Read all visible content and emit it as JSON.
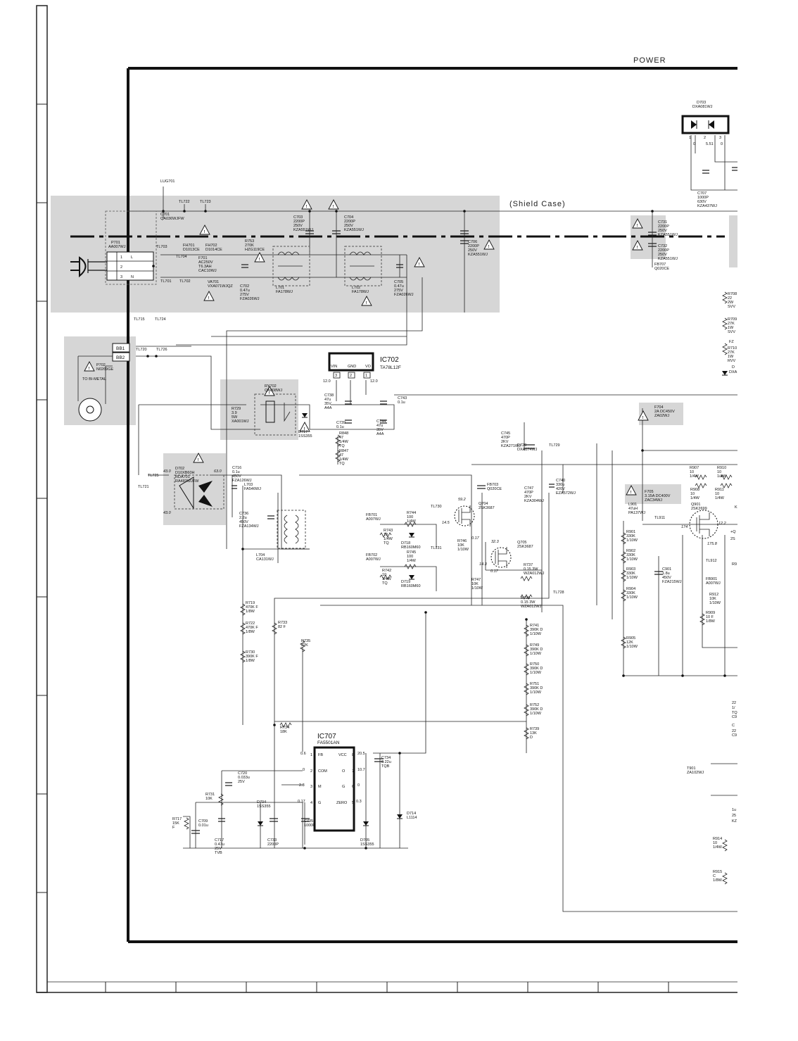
{
  "title": "POWER",
  "shield_label": "(Shield Case)",
  "warning_glyph": "!",
  "connector": {
    "bb1": "BB1",
    "bb2": "BB2",
    "p702": [
      "P702",
      "N0269GE"
    ],
    "to_bimetal": "TO BI-METAL",
    "p701": [
      "P701",
      "AA007WJ"
    ],
    "pins": [
      "1",
      "2",
      "3",
      "L",
      "N"
    ]
  },
  "ics": {
    "ic702": {
      "name": "IC702",
      "part": "TA78L12F",
      "pins": [
        "VIN",
        "GND",
        "VO"
      ],
      "pin_nums": [
        "3",
        "2",
        "1"
      ],
      "v_in": "12.0",
      "v_out": "12.0"
    },
    "ic707": {
      "name": "IC707",
      "part": "FA5501AN",
      "left_pins": [
        "FB",
        "COM",
        "M",
        "G"
      ],
      "right_pins": [
        "VCC",
        "O",
        "G",
        "ZERO"
      ],
      "left_nums": [
        "1",
        "2",
        "3",
        "4"
      ],
      "right_nums": [
        "8",
        "7",
        "6",
        "5"
      ],
      "left_v": [
        "0.6",
        "0",
        "2.8",
        "0.17"
      ],
      "right_v": [
        "20.5",
        "10.7",
        "0",
        "0.3"
      ]
    },
    "d703": {
      "name": [
        "D703",
        "DXA081WJ"
      ],
      "pins": [
        "1",
        "2",
        "3"
      ],
      "v": [
        "0",
        "5.51",
        "0"
      ]
    }
  },
  "labels": [
    [
      "LUG701"
    ],
    [
      "TL722"
    ],
    [
      "TL723"
    ],
    [
      "C701",
      "QA036WJFW"
    ],
    [
      "C703",
      "2200P",
      "250V",
      "KZA551WJ"
    ],
    [
      "C704",
      "2200P",
      "250V",
      "KZA551WJ"
    ],
    [
      "C706",
      "2200P",
      "250V",
      "KZA551WJ"
    ],
    [
      "TL703"
    ],
    [
      "FH701",
      "D1013CE"
    ],
    [
      "FH702",
      "D1014CE"
    ],
    [
      "R753",
      "270K",
      "HZG119CE"
    ],
    [
      "TL704"
    ],
    [
      "F701",
      "AC250V",
      "T6.3AH",
      "CAC10WJ"
    ],
    [
      "TL701"
    ],
    [
      "TL702"
    ],
    [
      "VA701",
      "VXA071WJQZ"
    ],
    [
      "C702",
      "0.47u",
      "275V",
      "FZA026WJ"
    ],
    [
      "L701",
      "FA178WJ"
    ],
    [
      "L702",
      "FA178WJ"
    ],
    [
      "C705",
      "0.47u",
      "275V",
      "FZA026WJ"
    ],
    [
      "C731",
      "2200P",
      "250V",
      "KZA551WJ"
    ],
    [
      "C732",
      "2200P",
      "250V",
      "KZA551WJ"
    ],
    [
      "FB707",
      "Q020CE"
    ],
    [
      "C707",
      "1000P",
      "630V",
      "KZA437WJ"
    ],
    [
      "TL715"
    ],
    [
      "TL724"
    ],
    [
      "TL720"
    ],
    [
      "TL726"
    ],
    [
      "RY702",
      "QA008WJ"
    ],
    [
      "R729",
      "3.9",
      "5W",
      "XA001WJ"
    ],
    [
      "D717",
      "1SS355"
    ],
    [
      "C738",
      "47u",
      "35V",
      "A4A"
    ],
    [
      "C739",
      "0.1u"
    ],
    [
      "C744",
      "47u",
      "35V",
      "A4A"
    ],
    [
      "C743",
      "0.1u"
    ],
    [
      "R848",
      "47",
      "1/4W",
      "TQ"
    ],
    [
      "R847",
      "47",
      "1/4W",
      "TQ"
    ],
    [
      "C745",
      "470P",
      "2KV",
      "KZA271WJ"
    ],
    [
      "D720",
      "DXA074WJ"
    ],
    [
      "TL729"
    ],
    [
      "F704",
      "2A DC450V",
      "ZA02WJ"
    ],
    [
      "TL725"
    ],
    [
      "TL721"
    ],
    [
      "D702",
      "D10XB60H",
      "RDA701",
      "RA483WJFW"
    ],
    [
      "C716",
      "0.1u",
      "450V",
      "FZA126WJ"
    ],
    [
      "L703",
      "FA546WJ"
    ],
    [
      "C736",
      "2.2u",
      "450V",
      "FZA134WJ"
    ],
    [
      "L704",
      "CA131WJ"
    ],
    [
      "FB703",
      "Q020CE"
    ],
    [
      "C747",
      "470P",
      "2KV",
      "KZA304WJ"
    ],
    [
      "C740",
      "330u",
      "420V",
      "EZA572WJ"
    ],
    [
      "FB701",
      "A007WJ"
    ],
    [
      "R744",
      "100",
      "1/4W"
    ],
    [
      "TL730"
    ],
    [
      "R743",
      "10",
      "1/4W",
      "TQ"
    ],
    [
      "D718",
      "RB160M60"
    ],
    [
      "R746",
      "10K",
      "1/10W"
    ],
    [
      "Q704",
      "2SK3687"
    ],
    [
      "FB702",
      "A007WJ"
    ],
    [
      "R745",
      "100",
      "1/4W"
    ],
    [
      "TL731"
    ],
    [
      "R742",
      "10",
      "1/4W",
      "TQ"
    ],
    [
      "D719",
      "RB160M60"
    ],
    [
      "R747",
      "10K",
      "1/10W"
    ],
    [
      "Q705",
      "2SK3687"
    ],
    [
      "R737",
      "0.15 3W",
      "WZA012WJ"
    ],
    [
      "R738",
      "0.15 3W",
      "WZA012WJ"
    ],
    [
      "TL728"
    ],
    [
      "R719",
      "470K F",
      "1/8W"
    ],
    [
      "R722",
      "470K F",
      "1/8W"
    ],
    [
      "R730",
      "390K F",
      "1/8W"
    ],
    [
      "R733",
      "82 F"
    ],
    [
      "R735",
      "22K"
    ],
    [
      "R741",
      "390K D",
      "1/10W"
    ],
    [
      "R749",
      "390K D",
      "1/10W"
    ],
    [
      "R750",
      "390K D",
      "1/10W"
    ],
    [
      "R751",
      "390K D",
      "1/10W"
    ],
    [
      "R752",
      "390K D",
      "1/10W"
    ],
    [
      "R739",
      "13K",
      "D"
    ],
    [
      "R734",
      "18K"
    ],
    [
      "C734",
      "0.22u",
      "TQB"
    ],
    [
      "C720",
      "0.033u",
      "25V"
    ],
    [
      "R731",
      "10K"
    ],
    [
      "R717",
      "15K",
      "F"
    ],
    [
      "C709",
      "0.01u"
    ],
    [
      "C717",
      "0.47u",
      "25V",
      "TVB"
    ],
    [
      "D704",
      "1SS355"
    ],
    [
      "C733",
      "2200P"
    ],
    [
      "C735",
      "1000P"
    ],
    [
      "D705",
      "1SS355"
    ],
    [
      "D714",
      "L1114"
    ],
    [
      "F705",
      "3.15A DC400V",
      "ZAC34WJ"
    ],
    [
      "L901",
      "47uH",
      "PA137WJ"
    ],
    [
      "TL911"
    ],
    [
      "R907",
      "10",
      "1/4W"
    ],
    [
      "R910",
      "10",
      "1/4W"
    ],
    [
      "R908",
      "10",
      "1/4W"
    ],
    [
      "R911",
      "10",
      "1/4W"
    ],
    [
      "Q901",
      "2SK2699"
    ],
    [
      "R901",
      "330K",
      "1/10W"
    ],
    [
      "R902",
      "330K",
      "1/10W"
    ],
    [
      "R903",
      "330K",
      "1/10W"
    ],
    [
      "R904",
      "330K",
      "1/10W"
    ],
    [
      "R905",
      "12K",
      "1/10W"
    ],
    [
      "C901",
      "1.8u",
      "450V",
      "FZA215WJ"
    ],
    [
      "TL912"
    ],
    [
      "FB901",
      "A007WJ"
    ],
    [
      "R912",
      "10K",
      "1/10W"
    ],
    [
      "R909",
      "10 F",
      "1/8W"
    ],
    [
      "T901",
      "ZA102WJ"
    ],
    [
      "R914",
      "10",
      "1/4W"
    ],
    [
      "R915",
      "C",
      "1/8W"
    ]
  ],
  "cut_labels": [
    "R708",
    "22",
    "2W",
    "SVV",
    "R709",
    "27K",
    "1W",
    "SVV",
    "FZ",
    "R710",
    "27K",
    "1W",
    "RVV",
    "D",
    "DXA",
    "K",
    "+Q",
    "2S",
    "R9",
    "22",
    "1/",
    "TQ",
    "C9",
    "C",
    "22",
    "C9",
    "1u",
    "25",
    "KZ"
  ],
  "voltages": [
    "12.0",
    "12.0",
    "43.0",
    "43.0",
    "63.0",
    "59.2",
    "14.5",
    "0.17",
    "32.3",
    "14.3",
    "0.17",
    "175.8",
    "174",
    "12.2"
  ]
}
